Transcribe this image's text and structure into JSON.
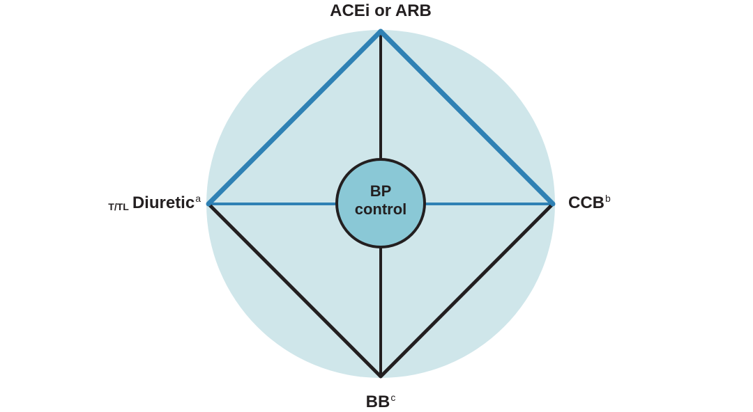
{
  "diagram": {
    "center": {
      "line1": "BP",
      "line2": "control"
    },
    "nodes": {
      "top": {
        "label": "ACEi or ARB"
      },
      "left": {
        "prefix": "T/TL",
        "label": "Diuretic",
        "superscript": "a"
      },
      "right": {
        "label": "CCB",
        "superscript": "b"
      },
      "bottom": {
        "label": "BB",
        "superscript": "c"
      }
    },
    "colors": {
      "circle_fill": "#cfe6ea",
      "center_fill": "#8ac8d6",
      "preferred_line": "#2f81b4",
      "other_line": "#231f20",
      "text": "#231f20"
    }
  }
}
